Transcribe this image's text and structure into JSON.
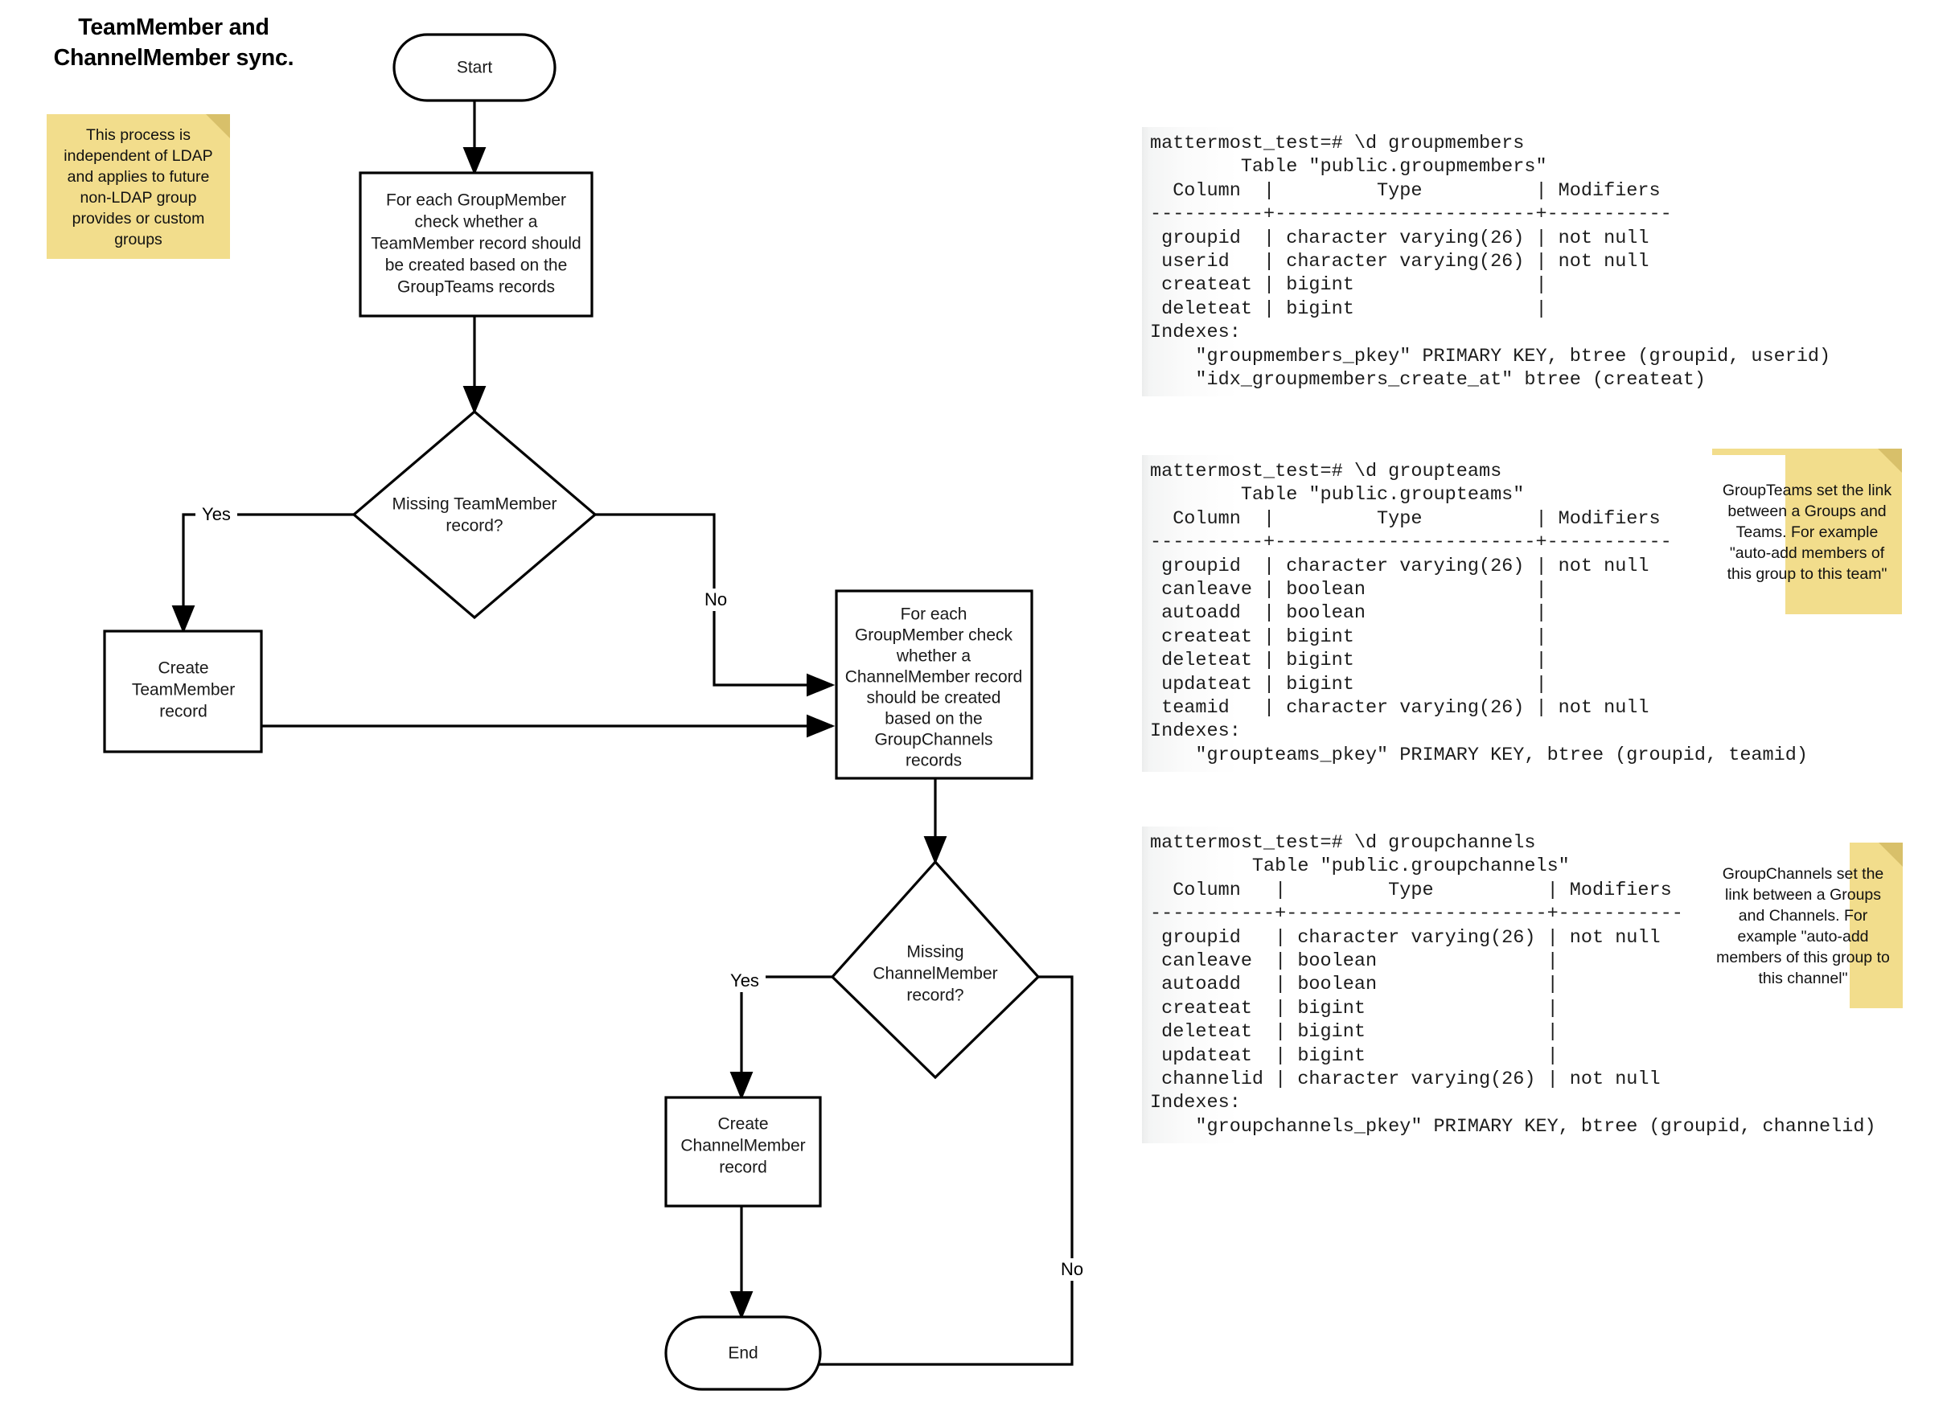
{
  "title": "TeamMember and ChannelMember sync.",
  "notes": {
    "ldap": "This process is independent of LDAP and applies to future non-LDAP group provides or custom groups",
    "groupteams": "GroupTeams set the link between a Groups and Teams. For example \"auto-add members of this group to this team\"",
    "groupchannels": "GroupChannels set the link between a Groups and Channels. For example \"auto-add members of this group to this channel\""
  },
  "flowchart": {
    "nodes": {
      "start": "Start",
      "check_team": "For each GroupMember check whether a TeamMember record should be created based on the GroupTeams records",
      "check_team_lines": [
        "For each GroupMember",
        "check whether a",
        "TeamMember record should",
        "be created based on the",
        "GroupTeams records"
      ],
      "decision_team": "Missing TeamMember record?",
      "decision_team_lines": [
        "Missing TeamMember",
        "record?"
      ],
      "create_team": "Create TeamMember record",
      "create_team_lines": [
        "Create",
        "TeamMember",
        "record"
      ],
      "check_channel": "For each GroupMember check whether a ChannelMember record should be created based on the GroupChannels records",
      "check_channel_lines": [
        "For each",
        "GroupMember check",
        "whether a",
        "ChannelMember record",
        "should be created",
        "based on the",
        "GroupChannels",
        "records"
      ],
      "decision_channel": "Missing ChannelMember record?",
      "decision_channel_lines": [
        "Missing",
        "ChannelMember",
        "record?"
      ],
      "create_channel": "Create ChannelMember record",
      "create_channel_lines": [
        "Create",
        "ChannelMember",
        "record"
      ],
      "end": "End"
    },
    "edge_labels": {
      "team_yes": "Yes",
      "team_no": "No",
      "channel_yes": "Yes",
      "channel_no": "No"
    }
  },
  "terminals": {
    "groupmembers": "mattermost_test=# \\d groupmembers\n        Table \"public.groupmembers\"\n  Column  |         Type          | Modifiers\n----------+-----------------------+-----------\n groupid  | character varying(26) | not null\n userid   | character varying(26) | not null\n createat | bigint                |\n deleteat | bigint                |\nIndexes:\n    \"groupmembers_pkey\" PRIMARY KEY, btree (groupid, userid)\n    \"idx_groupmembers_create_at\" btree (createat)",
    "groupteams": "mattermost_test=# \\d groupteams\n        Table \"public.groupteams\"\n  Column  |         Type          | Modifiers\n----------+-----------------------+-----------\n groupid  | character varying(26) | not null\n canleave | boolean               |\n autoadd  | boolean               |\n createat | bigint                |\n deleteat | bigint                |\n updateat | bigint                |\n teamid   | character varying(26) | not null\nIndexes:\n    \"groupteams_pkey\" PRIMARY KEY, btree (groupid, teamid)",
    "groupchannels": "mattermost_test=# \\d groupchannels\n         Table \"public.groupchannels\"\n  Column   |         Type          | Modifiers\n-----------+-----------------------+-----------\n groupid   | character varying(26) | not null\n canleave  | boolean               |\n autoadd   | boolean               |\n createat  | bigint                |\n deleteat  | bigint                |\n updateat  | bigint                |\n channelid | character varying(26) | not null\nIndexes:\n    \"groupchannels_pkey\" PRIMARY KEY, btree (groupid, channelid)"
  },
  "colors": {
    "note_fill": "#f2dd8c",
    "note_fold": "#d8c06a",
    "stroke": "#000000",
    "node_fill": "#ffffff"
  }
}
